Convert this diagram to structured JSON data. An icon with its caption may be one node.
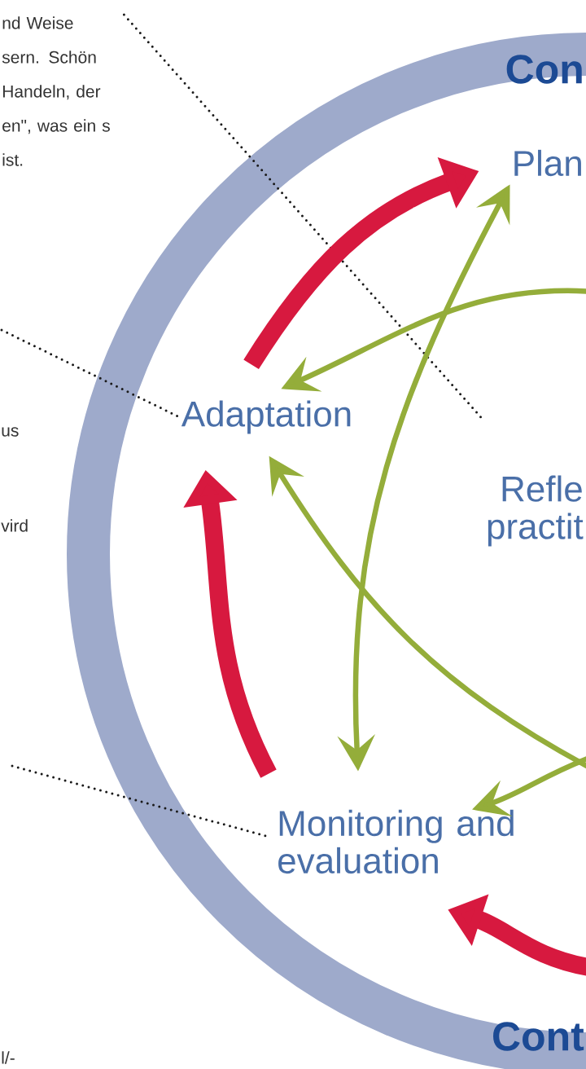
{
  "diagram": {
    "nodes": [
      {
        "text": [
          "nd Weise sern. Schön Handeln, der en\", was ein s ist."
        ]
      },
      {
        "text": [
          "Plan"
        ]
      },
      {
        "text": [
          "Adaptation"
        ]
      },
      {
        "text": [
          "Refle practit"
        ]
      },
      {
        "text": [
          "Monitoring and evaluation"
        ]
      }
    ],
    "edges": [
      {
        "from": 0,
        "to": 3,
        "arrow": "none",
        "style": "dashed",
        "color": "#1a1a1a"
      },
      {
        "from": null,
        "to": 2,
        "arrow": "none",
        "style": "dashed",
        "color": "#1a1a1a"
      },
      {
        "from": null,
        "to": 4,
        "arrow": "none",
        "style": "dashed",
        "color": "#1a1a1a"
      },
      {
        "from": 2,
        "to": 1,
        "arrow": "to",
        "style": "thick",
        "color": "#d7193f"
      },
      {
        "from": 4,
        "to": 2,
        "arrow": "to",
        "style": "thick",
        "color": "#d7193f"
      },
      {
        "from": null,
        "to": 4,
        "arrow": "to",
        "style": "thick",
        "color": "#d7193f"
      },
      {
        "from": 1,
        "to": 4,
        "arrow": "both"
      },
      {
        "from": null,
        "to": 2,
        "arrow": "to"
      },
      {
        "from": null,
        "to": 2,
        "arrow": "to"
      },
      {
        "from": null,
        "to": 4,
        "arrow": "to"
      }
    ],
    "labels": [
      "Con",
      "us",
      "vird",
      "Cont",
      "l/-"
    ]
  }
}
